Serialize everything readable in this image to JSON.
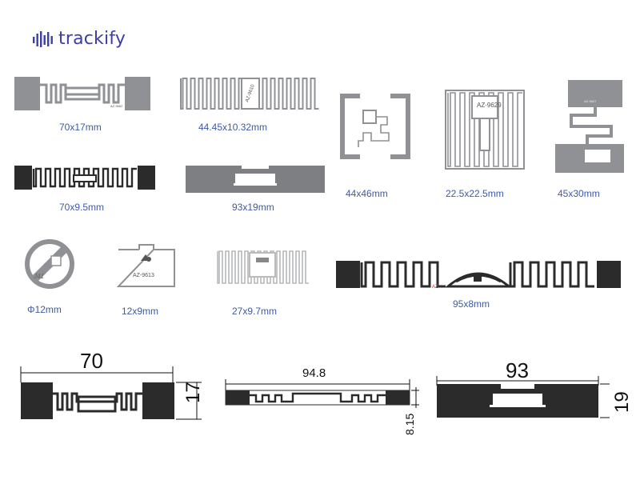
{
  "brand": {
    "name": "trackify",
    "accent": "#3d3fa6"
  },
  "captions": {
    "c1": "70x17mm",
    "c2": "44.45x10.32mm",
    "c3": "44x46mm",
    "c4": "22.5x22.5mm",
    "c5": "45x30mm",
    "c6": "70x9.5mm",
    "c7": "93x19mm",
    "c8": "Φ12mm",
    "c9": "12x9mm",
    "c10": "27x9.7mm",
    "c11": "95x8mm"
  },
  "labels": {
    "az1": "AZ-9662",
    "az2": "AZ-9610",
    "az3": "AZ-9629",
    "az4": "AZ-9627",
    "az5": "AZ-9613",
    "j41": "J41"
  },
  "dimensions": {
    "d1_width": "70",
    "d1_height": "17",
    "d2_width": "94.8",
    "d2_height": "8.15",
    "d3_width": "93",
    "d3_height": "19"
  },
  "colors": {
    "inlay": "#8f9194",
    "dark": "#2b2b2b",
    "caption": "#3d5aa8"
  }
}
